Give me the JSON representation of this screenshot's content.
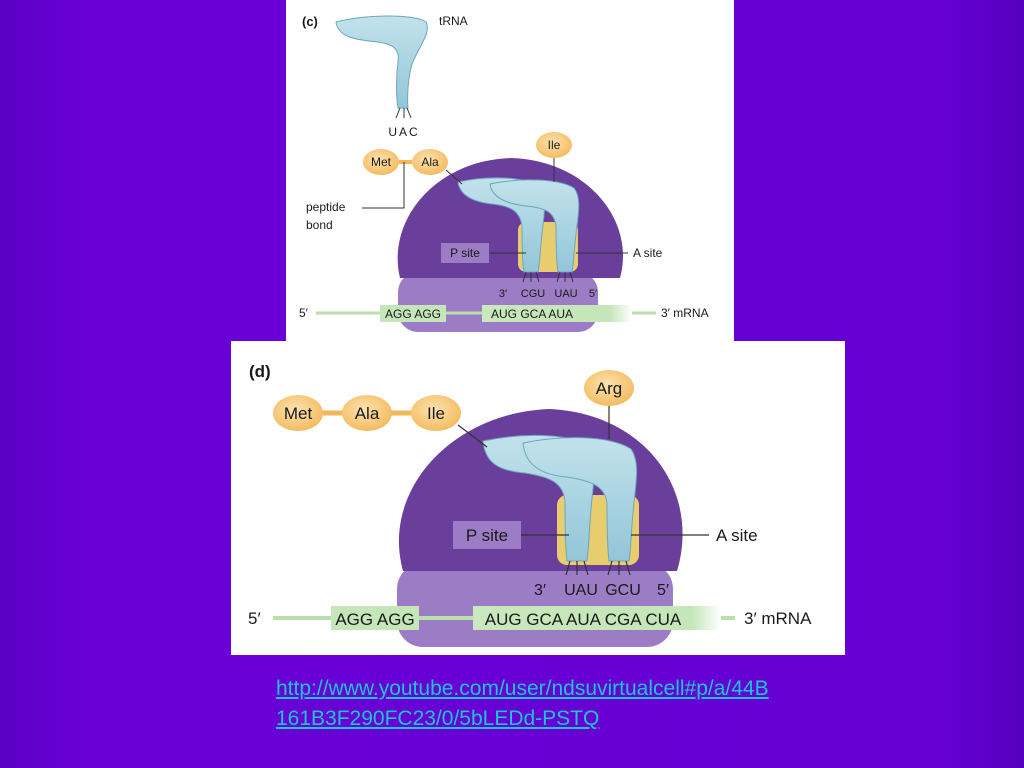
{
  "panel_c": {
    "label": "(c)",
    "trna_label": "tRNA",
    "anticodon": "UAC",
    "amino_acids": [
      "Met",
      "Ala"
    ],
    "incoming_amino_acid": "Ile",
    "peptide_bond_line1": "peptide",
    "peptide_bond_line2": "bond",
    "p_site": "P site",
    "a_site": "A site",
    "three_prime": "3′",
    "five_prime": "5′",
    "anticodons": [
      "CGU",
      "UAU"
    ],
    "mrna_five": "5′",
    "mrna_left": "AGG AGG",
    "mrna_right": "AUG GCA AUA",
    "mrna_three": "3′ mRNA"
  },
  "panel_d": {
    "label": "(d)",
    "amino_acids": [
      "Met",
      "Ala",
      "Ile"
    ],
    "incoming_amino_acid": "Arg",
    "p_site": "P site",
    "a_site": "A site",
    "three_prime": "3′",
    "five_prime": "5′",
    "anticodons": [
      "UAU",
      "GCU"
    ],
    "mrna_five": "5′",
    "mrna_left": "AGG AGG",
    "mrna_right": "AUG GCA AUA CGA CUA",
    "mrna_three": "3′ mRNA"
  },
  "link": {
    "text": "http://www.youtube.com/user/ndsuvirtualcell#p/a/44B161B3F290FC23/0/5bLEDd-PSTQ"
  },
  "colors": {
    "background": "#6600d2",
    "ribosome_large": "#6a3f9c",
    "ribosome_small": "#9c7cc4",
    "trna": "#a7d4e2",
    "amino_acid": "#f8c873",
    "mrna": "#c4e6b8",
    "link": "#17c9d6"
  }
}
